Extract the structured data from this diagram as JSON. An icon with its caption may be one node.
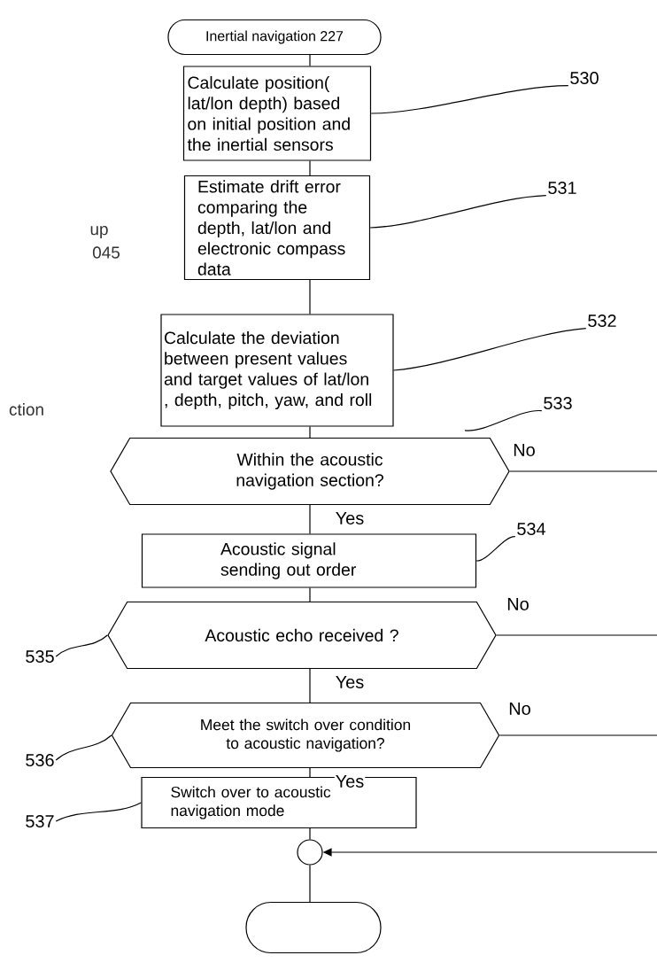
{
  "diagram": {
    "nodes": [
      {
        "text": [
          "Inertial navigation 227"
        ]
      },
      {
        "text": [
          "Calculate position( lat/lon depth) based on initial position and the inertial sensors"
        ]
      },
      {
        "text": [
          "Estimate drift error comparing the depth, lat/lon and electronic compass data"
        ]
      },
      {
        "text": [
          "Calculate the deviation between present values and target values of lat/lon , depth, pitch, yaw, and roll"
        ]
      },
      {
        "text": [
          "Within the acoustic navigation section?"
        ]
      },
      {
        "text": [
          "Acoustic signal sending out order"
        ]
      },
      {
        "text": [
          "Acoustic echo received ?"
        ]
      },
      {
        "text": [
          "Meet the switch over condition to acoustic navigation?"
        ]
      },
      {
        "text": [
          "Switch over to acoustic navigation mode"
        ]
      },
      {
        "text": [],
        "shape": "circle"
      },
      {
        "text": [],
        "shape": "box"
      },
      {
        "text": [
          "530"
        ]
      },
      {
        "text": [
          "531"
        ]
      },
      {
        "text": [
          "532"
        ]
      },
      {
        "text": [
          "533"
        ]
      },
      {
        "text": [
          "534"
        ]
      },
      {
        "text": [
          "535"
        ]
      },
      {
        "text": [
          "536"
        ]
      },
      {
        "text": [
          "537"
        ]
      }
    ],
    "edges": [
      {
        "from": 0,
        "to": 1,
        "arrow": "none"
      },
      {
        "from": 1,
        "to": 2,
        "arrow": "none"
      },
      {
        "from": 2,
        "to": 3,
        "arrow": "none"
      },
      {
        "from": 3,
        "to": 4,
        "arrow": "none"
      },
      {
        "from": 4,
        "to": 5,
        "arrow": "none",
        "label": "Yes"
      },
      {
        "from": 5,
        "to": 6,
        "arrow": "none"
      },
      {
        "from": 6,
        "to": 7,
        "arrow": "none",
        "label": "Yes"
      },
      {
        "from": 7,
        "to": 8,
        "arrow": "none",
        "label": "Yes"
      },
      {
        "from": 8,
        "to": 9,
        "arrow": "none"
      },
      {
        "from": 9,
        "to": 10,
        "arrow": "none"
      },
      {
        "from": 4,
        "to": null,
        "arrow": "none",
        "label": "No"
      },
      {
        "from": 6,
        "to": null,
        "arrow": "none",
        "label": "No"
      },
      {
        "from": 7,
        "to": null,
        "arrow": "none",
        "label": "No"
      },
      {
        "from": null,
        "to": 9,
        "arrow": "to"
      },
      {
        "from": 11,
        "to": 1,
        "arrow": "none"
      },
      {
        "from": 12,
        "to": 2,
        "arrow": "none"
      },
      {
        "from": 13,
        "to": 3,
        "arrow": "none"
      },
      {
        "from": 14,
        "to": 4,
        "arrow": "none"
      },
      {
        "from": 15,
        "to": 5,
        "arrow": "none"
      },
      {
        "from": 16,
        "to": 6,
        "arrow": "none"
      },
      {
        "from": 17,
        "to": 7,
        "arrow": "none"
      },
      {
        "from": 18,
        "to": 8,
        "arrow": "none"
      }
    ],
    "labels": [
      "up",
      "045",
      "ction"
    ]
  }
}
